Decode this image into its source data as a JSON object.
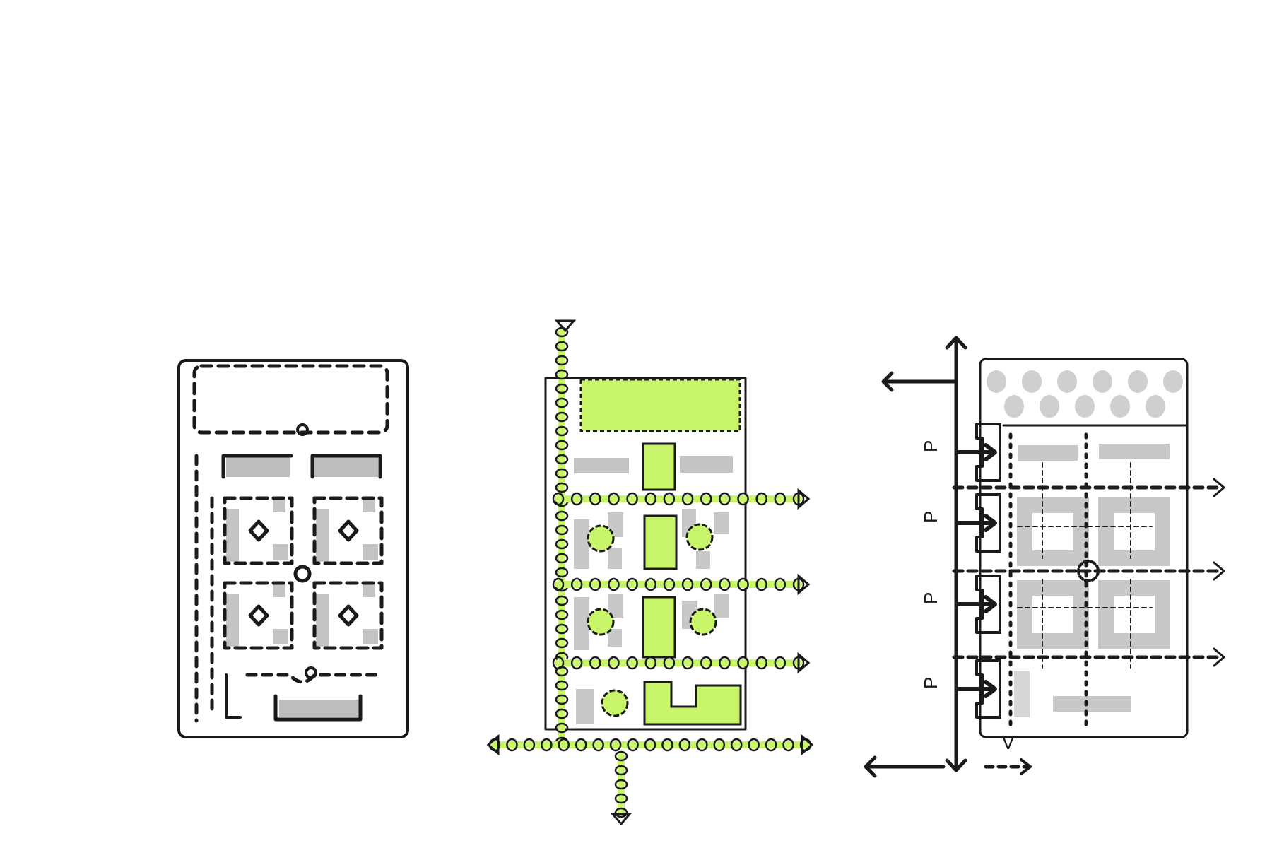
{
  "colors": {
    "ink": "#1a1a1a",
    "green": "#c8f56a",
    "grey": "#b9b9b9",
    "paper": "#ffffff"
  },
  "diagrams": [
    {
      "id": "block-layout"
    },
    {
      "id": "green-network"
    },
    {
      "id": "access-movement",
      "labels": {
        "parking": [
          "P",
          "P",
          "P",
          "P"
        ],
        "pedestrian": "V"
      }
    }
  ]
}
